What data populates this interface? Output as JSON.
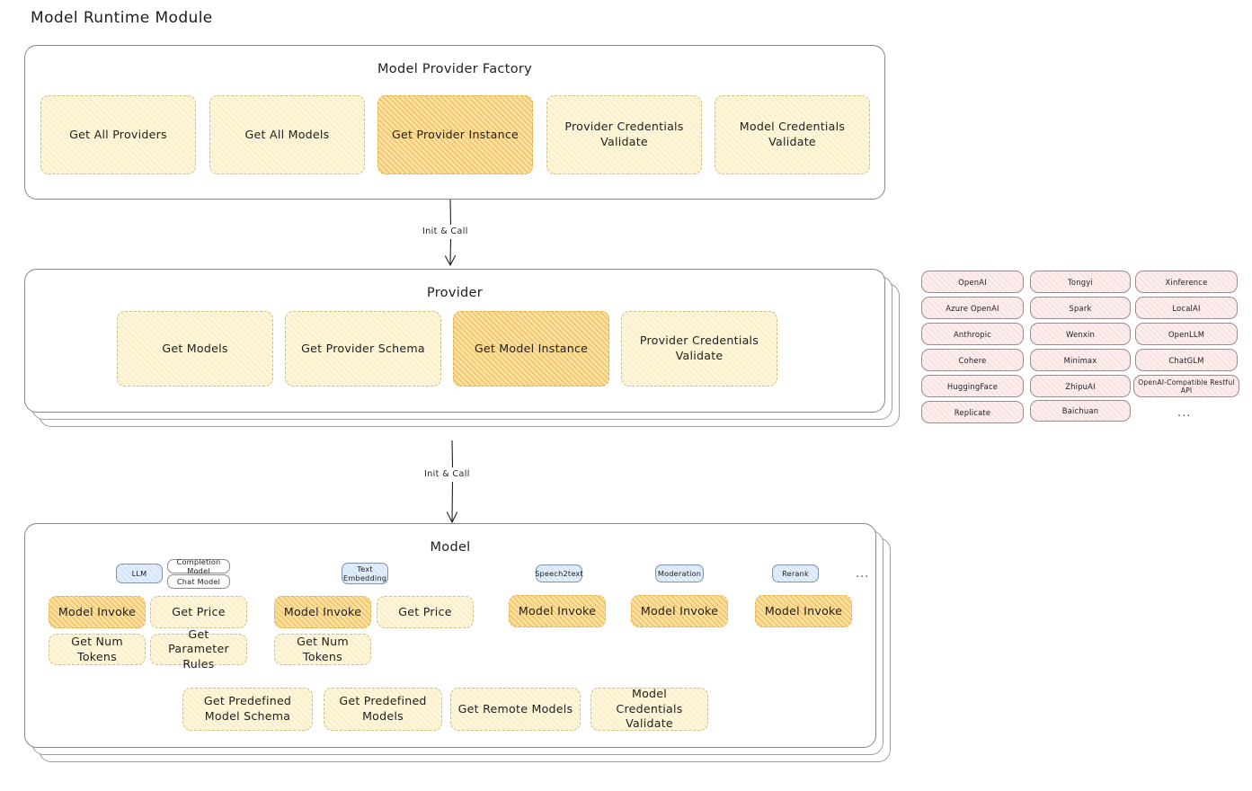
{
  "page": {
    "title": "Model Runtime Module"
  },
  "factory": {
    "title": "Model Provider Factory",
    "nodes": [
      {
        "label": "Get All Providers",
        "highlight": false
      },
      {
        "label": "Get All Models",
        "highlight": false
      },
      {
        "label": "Get Provider Instance",
        "highlight": true
      },
      {
        "label": "Provider Credentials Validate",
        "highlight": false
      },
      {
        "label": "Model Credentials Validate",
        "highlight": false
      }
    ]
  },
  "arrows": [
    {
      "label": "Init & Call"
    },
    {
      "label": "Init & Call"
    }
  ],
  "provider": {
    "title": "Provider",
    "nodes": [
      {
        "label": "Get Models",
        "highlight": false
      },
      {
        "label": "Get Provider Schema",
        "highlight": false
      },
      {
        "label": "Get Model Instance",
        "highlight": true
      },
      {
        "label": "Provider Credentials Validate",
        "highlight": false
      }
    ]
  },
  "provider_list": {
    "columns": [
      [
        "OpenAI",
        "Azure OpenAI",
        "Anthropic",
        "Cohere",
        "HuggingFace",
        "Replicate"
      ],
      [
        "Tongyi",
        "Spark",
        "Wenxin",
        "Minimax",
        "ZhipuAI",
        "Baichuan"
      ],
      [
        "Xinference",
        "LocalAI",
        "OpenLLM",
        "ChatGLM",
        "OpenAI-Compatible Restful API"
      ]
    ],
    "more": "..."
  },
  "model": {
    "title": "Model",
    "more": "...",
    "types": [
      {
        "badge": "LLM",
        "sub_badges": [
          "Completion Model",
          "Chat Model"
        ],
        "nodes": [
          {
            "label": "Model Invoke",
            "highlight": true
          },
          {
            "label": "Get Price",
            "highlight": false
          },
          {
            "label": "Get Num Tokens",
            "highlight": false
          },
          {
            "label": "Get Parameter Rules",
            "highlight": false
          }
        ]
      },
      {
        "badge": "Text Embedding",
        "sub_badges": [],
        "nodes": [
          {
            "label": "Model Invoke",
            "highlight": true
          },
          {
            "label": "Get Price",
            "highlight": false
          },
          {
            "label": "Get Num Tokens",
            "highlight": false
          }
        ]
      },
      {
        "badge": "Speech2text",
        "sub_badges": [],
        "nodes": [
          {
            "label": "Model Invoke",
            "highlight": true
          }
        ]
      },
      {
        "badge": "Moderation",
        "sub_badges": [],
        "nodes": [
          {
            "label": "Model Invoke",
            "highlight": true
          }
        ]
      },
      {
        "badge": "Rerank",
        "sub_badges": [],
        "nodes": [
          {
            "label": "Model Invoke",
            "highlight": true
          }
        ]
      }
    ],
    "common_nodes": [
      {
        "label": "Get Predefined Model Schema"
      },
      {
        "label": "Get Predefined Models"
      },
      {
        "label": "Get Remote Models"
      },
      {
        "label": "Model Credentials Validate"
      }
    ]
  },
  "colors": {
    "node_fill": "#fdf6dd",
    "node_highlight_fill": "#fbe0a4",
    "badge_fill": "#e2effb",
    "pill_fill": "#fdeeee",
    "card_border": "#868686"
  }
}
